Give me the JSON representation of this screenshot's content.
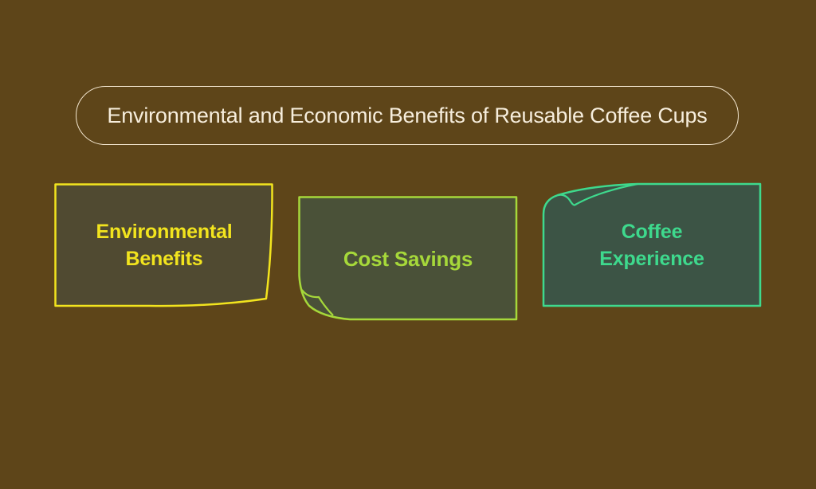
{
  "title": "Environmental and Economic Benefits of Reusable Coffee Cups",
  "colors": {
    "background": "#5e4519",
    "title_border": "#f3e6cf",
    "title_text": "#f7eedd"
  },
  "cards": [
    {
      "label_line1": "Environmental",
      "label_line2": "Benefits",
      "accent": "#f2e41e",
      "fill": "#504a31",
      "corner": "bottom-right-bend"
    },
    {
      "label_line1": "Cost Savings",
      "label_line2": "",
      "accent": "#a6d83a",
      "fill": "#4a5138",
      "corner": "bottom-left-curl"
    },
    {
      "label_line1": "Coffee",
      "label_line2": "Experience",
      "accent": "#3ed98d",
      "fill": "#3c5445",
      "corner": "top-left-curl"
    }
  ]
}
